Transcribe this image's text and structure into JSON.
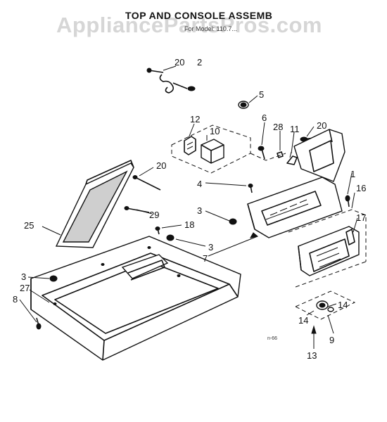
{
  "watermark": "AppliancePartsPros.com",
  "title": "TOP AND CONSOLE ASSEMB",
  "subtitle": "For Model: 110.7...",
  "figure_code": "n-66",
  "callouts": {
    "c1": "20",
    "c2": "2",
    "c3": "5",
    "c4": "12",
    "c5": "10",
    "c6": "6",
    "c7": "28",
    "c8": "11",
    "c9": "20",
    "c10": "20",
    "c11": "1",
    "c12": "16",
    "c13": "4",
    "c14": "3",
    "c15": "17",
    "c16": "29",
    "c17": "25",
    "c18": "18",
    "c19": "3",
    "c20": "7",
    "c21": "3",
    "c22": "27",
    "c23": "8",
    "c24": "14",
    "c25": "14",
    "c26": "9",
    "c27": "13"
  }
}
